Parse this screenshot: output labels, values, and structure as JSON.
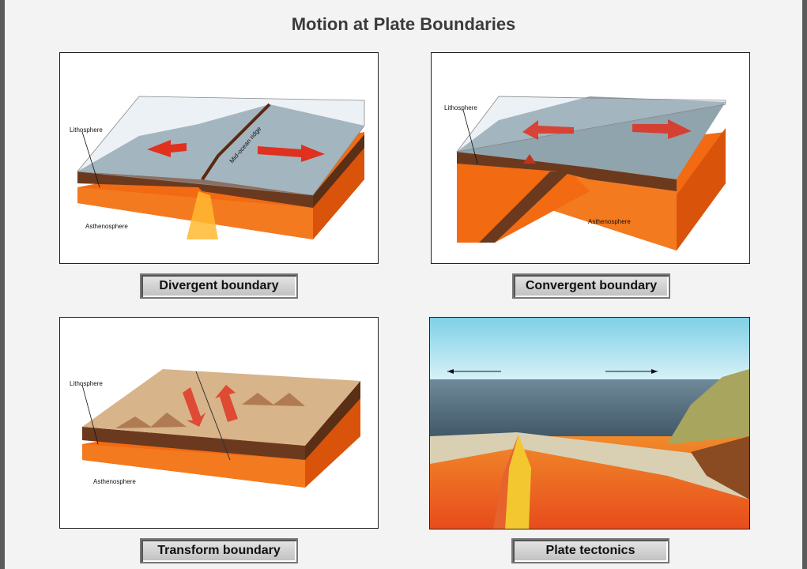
{
  "title": "Motion at Plate Boundaries",
  "panels": {
    "divergent": {
      "caption": "Divergent boundary",
      "lithosphere": "Lithosphere",
      "asthenosphere": "Asthenosphere",
      "ridge": "Mid-ocean ridge"
    },
    "convergent": {
      "caption": "Convergent boundary",
      "lithosphere": "Lithosphere",
      "asthenosphere": "Asthenosphere"
    },
    "transform": {
      "caption": "Transform boundary",
      "lithosphere": "Lithosphere",
      "asthenosphere": "Asthenosphere"
    },
    "tectonics": {
      "caption": "Plate tectonics"
    }
  },
  "colors": {
    "ocean": "#8fa4ad",
    "crust": "#6b3a1e",
    "mantle": "#f26a12",
    "land": "#d8b48a",
    "arrow": "#e0301e"
  }
}
